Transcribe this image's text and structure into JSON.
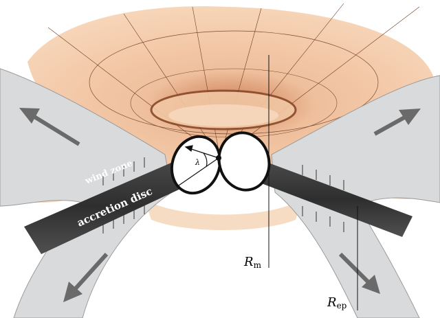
{
  "labels": {
    "wind_zone": "wind zone",
    "accretion_disc": "accretion disc",
    "lambda": "λ",
    "r_m_main": "R",
    "r_m_sub": "m",
    "r_ep_main": "R",
    "r_ep_sub": "ep"
  },
  "colors": {
    "peach": "#f6cfae",
    "brown": "#9a4a28",
    "wind_gray": "#d8dadc",
    "disc_dark": "#3a3a3a",
    "arrow_gray": "#6a6a6a"
  }
}
